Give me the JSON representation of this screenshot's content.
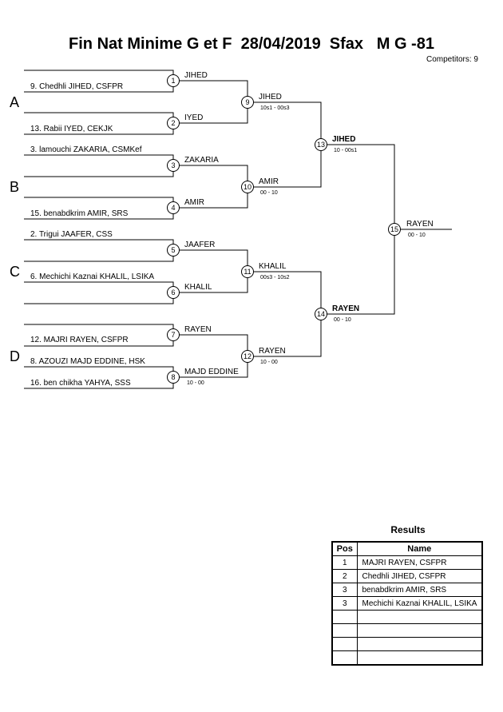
{
  "title": "Fin Nat Minime G et F  28/04/2019  Sfax   M G -81",
  "competitors": "Competitors: 9",
  "pools": [
    "A",
    "B",
    "C",
    "D"
  ],
  "entries": [
    "9. Chedhli JIHED, CSFPR",
    "13. Rabii IYED, CEKJK",
    "3. lamouchi ZAKARIA, CSMKef",
    "15. benabdkrim AMIR, SRS",
    "2. Trigui JAAFER, CSS",
    "6. Mechichi Kaznai KHALIL, LSIKA",
    "12. MAJRI RAYEN, CSFPR",
    "8. AZOUZI MAJD EDDINE, HSK",
    "16. ben chikha YAHYA, SSS"
  ],
  "matches": [
    {
      "num": "1",
      "winner": "JIHED",
      "score": ""
    },
    {
      "num": "2",
      "winner": "IYED",
      "score": ""
    },
    {
      "num": "3",
      "winner": "ZAKARIA",
      "score": ""
    },
    {
      "num": "4",
      "winner": "AMIR",
      "score": ""
    },
    {
      "num": "5",
      "winner": "JAAFER",
      "score": ""
    },
    {
      "num": "6",
      "winner": "KHALIL",
      "score": ""
    },
    {
      "num": "7",
      "winner": "RAYEN",
      "score": ""
    },
    {
      "num": "8",
      "winner": "MAJD EDDINE",
      "score": "10 - 00"
    },
    {
      "num": "9",
      "winner": "JIHED",
      "score": "10s1 - 00s3"
    },
    {
      "num": "10",
      "winner": "AMIR",
      "score": "00 - 10"
    },
    {
      "num": "11",
      "winner": "KHALIL",
      "score": "00s3 - 10s2"
    },
    {
      "num": "12",
      "winner": "RAYEN",
      "score": "10 - 00"
    },
    {
      "num": "13",
      "winner": "JIHED",
      "score": "10 - 00s1"
    },
    {
      "num": "14",
      "winner": "RAYEN",
      "score": "00 - 10"
    },
    {
      "num": "15",
      "winner": "RAYEN",
      "score": "00 - 10"
    }
  ],
  "results": {
    "title": "Results",
    "headers": {
      "pos": "Pos",
      "name": "Name"
    },
    "rows": [
      {
        "pos": "1",
        "name": "MAJRI RAYEN, CSFPR"
      },
      {
        "pos": "2",
        "name": "Chedhli JIHED, CSFPR"
      },
      {
        "pos": "3",
        "name": "benabdkrim AMIR, SRS"
      },
      {
        "pos": "3",
        "name": "Mechichi Kaznai KHALIL, LSIKA"
      },
      {
        "pos": "",
        "name": ""
      },
      {
        "pos": "",
        "name": ""
      },
      {
        "pos": "",
        "name": ""
      },
      {
        "pos": "",
        "name": ""
      }
    ]
  }
}
